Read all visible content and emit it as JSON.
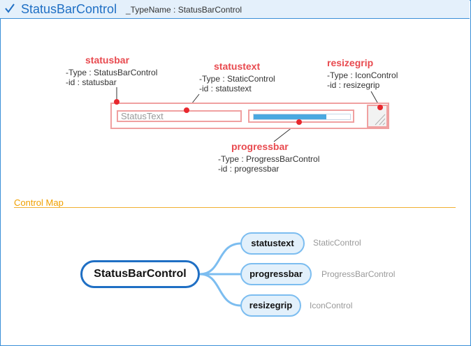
{
  "header": {
    "title": "StatusBarControl",
    "typename": "_TypeName : StatusBarControl"
  },
  "annotations": {
    "statusbar": {
      "label": "statusbar",
      "type": "-Type : StatusBarControl",
      "id": "-id : statusbar"
    },
    "statustext": {
      "label": "statustext",
      "type": "-Type : StaticControl",
      "id": "-id : statustext"
    },
    "resizegrip": {
      "label": "resizegrip",
      "type": "-Type : IconControl",
      "id": "-id : resizegrip"
    },
    "progressbar": {
      "label": "progressbar",
      "type": "-Type : ProgressBarControl",
      "id": "-id : progressbar"
    }
  },
  "mockup": {
    "status_text": "StatusText",
    "progress_fraction": 0.75
  },
  "control_map": {
    "title": "Control Map",
    "root": "StatusBarControl",
    "children": [
      {
        "name": "statustext",
        "type": "StaticControl"
      },
      {
        "name": "progressbar",
        "type": "ProgressBarControl"
      },
      {
        "name": "resizegrip",
        "type": "IconControl"
      }
    ]
  },
  "colors": {
    "accent": "#1f6fc4",
    "annotation": "#e84a4f",
    "highlight_border": "#f0a0a0",
    "map_title": "#f0a000",
    "node_fill": "#e2f0fb",
    "node_border": "#7cbdf0"
  }
}
